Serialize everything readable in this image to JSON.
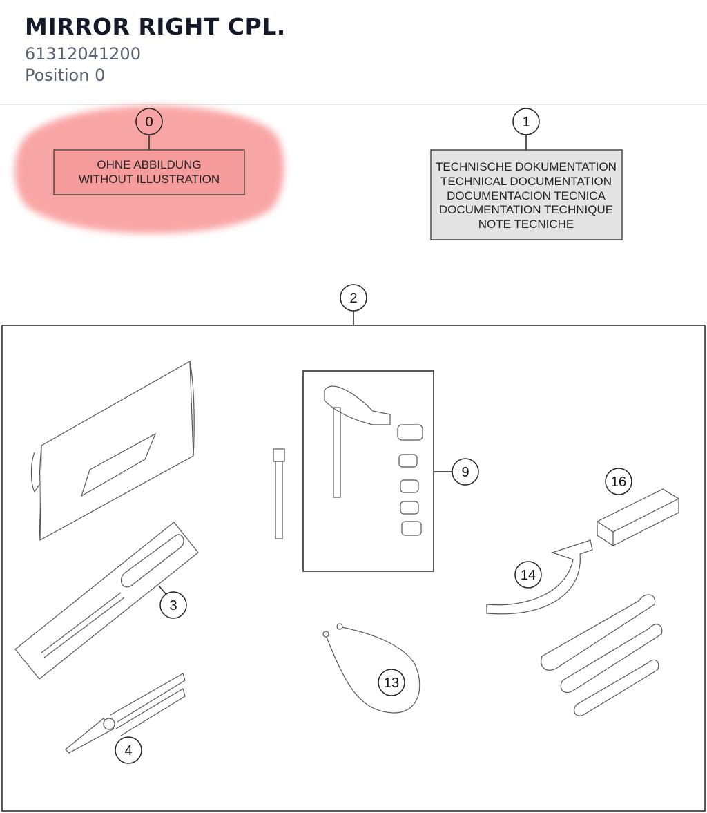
{
  "header": {
    "title": "MIRROR RIGHT CPL.",
    "part_number": "61312041200",
    "position": "Position 0"
  },
  "diagram": {
    "highlight_color": "#f56a6a",
    "callouts": [
      "0",
      "1",
      "2",
      "3",
      "4",
      "9",
      "13",
      "14",
      "16"
    ],
    "no_illustration_box": {
      "line1": "OHNE ABBILDUNG",
      "line2": "WITHOUT ILLUSTRATION"
    },
    "documentation_box": {
      "lines": [
        "TECHNISCHE DOKUMENTATION",
        "TECHNICAL DOCUMENTATION",
        "DOCUMENTACION TECNICA",
        "DOCUMENTATION TECHNIQUE",
        "NOTE TECNICHE"
      ]
    },
    "items": [
      "tool-bag",
      "screwdriver",
      "pliers",
      "socket-wrench",
      "t-handle-hex-key",
      "bit-sockets",
      "wire-rope",
      "hook-wrench",
      "sleeve",
      "open-end-wrenches"
    ]
  }
}
